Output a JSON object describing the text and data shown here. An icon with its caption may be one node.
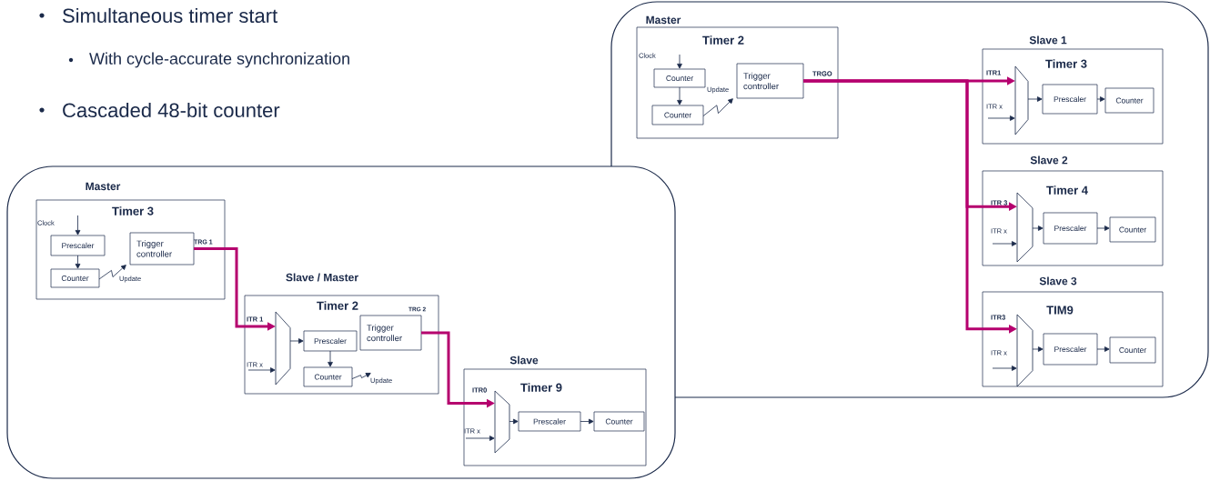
{
  "diagram": {
    "nodes": [
      {
        "text": [],
        "shape": "box"
      },
      {
        "text": [
          "Master",
          "Timer 2"
        ],
        "in": 0
      },
      {
        "text": [
          "Counter"
        ],
        "in": 1
      },
      {
        "text": [
          "Counter"
        ],
        "in": 1
      },
      {
        "text": [
          "Trigger controller"
        ],
        "in": 1
      },
      {
        "text": [
          "Slave 1",
          "Timer 3"
        ],
        "in": 0
      },
      {
        "text": [],
        "shape": "trapezoid",
        "in": 5,
        "beside": [
          "ITR1"
        ]
      },
      {
        "text": [
          "Prescaler"
        ],
        "in": 5
      },
      {
        "text": [
          "Counter"
        ],
        "in": 5
      },
      {
        "text": [
          "Slave 2",
          "Timer 4"
        ],
        "in": 0
      },
      {
        "text": [],
        "shape": "trapezoid",
        "in": 9,
        "beside": [
          "ITR 3"
        ]
      },
      {
        "text": [
          "Prescaler"
        ],
        "in": 9
      },
      {
        "text": [
          "Counter"
        ],
        "in": 9
      },
      {
        "text": [
          "Slave 3",
          "TIM9"
        ],
        "in": 0
      },
      {
        "text": [],
        "shape": "trapezoid",
        "in": 13,
        "beside": [
          "ITR3"
        ]
      },
      {
        "text": [
          "Prescaler"
        ],
        "in": 13
      },
      {
        "text": [
          "Counter"
        ],
        "in": 13
      },
      {
        "text": [],
        "shape": "box"
      },
      {
        "text": [
          "Master",
          "Timer 3"
        ],
        "in": 17
      },
      {
        "text": [
          "Prescaler"
        ],
        "in": 18
      },
      {
        "text": [
          "Counter"
        ],
        "in": 18
      },
      {
        "text": [
          "Trigger controller"
        ],
        "in": 18
      },
      {
        "text": [
          "Slave / Master",
          "Timer 2"
        ],
        "in": 17
      },
      {
        "text": [],
        "shape": "trapezoid",
        "in": 22,
        "beside": [
          "ITR 1"
        ]
      },
      {
        "text": [
          "Prescaler"
        ],
        "in": 22
      },
      {
        "text": [
          "Counter"
        ],
        "in": 22
      },
      {
        "text": [
          "Trigger controller"
        ],
        "in": 22
      },
      {
        "text": [
          "Slave",
          "Timer 9"
        ],
        "in": 17
      },
      {
        "text": [],
        "shape": "trapezoid",
        "in": 27,
        "beside": [
          "ITR0"
        ]
      },
      {
        "text": [
          "Prescaler"
        ],
        "in": 27
      },
      {
        "text": [
          "Counter"
        ],
        "in": 27
      },
      {
        "text": [
          "ITR x"
        ],
        "in": 5
      },
      {
        "text": [
          "ITR x"
        ],
        "in": 9
      },
      {
        "text": [
          "ITR x"
        ],
        "in": 13
      },
      {
        "text": [
          "ITR x"
        ],
        "in": 22
      },
      {
        "text": [
          "Update"
        ],
        "in": 22
      },
      {
        "text": [
          "ITR x"
        ],
        "in": 27
      }
    ],
    "edges": [
      {
        "from": null,
        "to": 2,
        "arrow": "to"
      },
      {
        "from": 2,
        "to": 3,
        "arrow": "to"
      },
      {
        "from": 3,
        "to": 4,
        "arrow": "to"
      },
      {
        "from": 4,
        "to": 6,
        "arrow": "to",
        "style": "thick",
        "color": "#b5006e"
      },
      {
        "from": 4,
        "to": 10,
        "arrow": "to",
        "style": "thick",
        "color": "#b5006e"
      },
      {
        "from": 4,
        "to": 14,
        "arrow": "to",
        "style": "thick",
        "color": "#b5006e"
      },
      {
        "from": 31,
        "to": 6,
        "arrow": "to"
      },
      {
        "from": 6,
        "to": 7,
        "arrow": "to"
      },
      {
        "from": 7,
        "to": 8,
        "arrow": "to"
      },
      {
        "from": 32,
        "to": 10,
        "arrow": "to"
      },
      {
        "from": 10,
        "to": 11,
        "arrow": "to"
      },
      {
        "from": 11,
        "to": 12,
        "arrow": "to"
      },
      {
        "from": 33,
        "to": 14,
        "arrow": "to"
      },
      {
        "from": 14,
        "to": 15,
        "arrow": "to"
      },
      {
        "from": 15,
        "to": 16,
        "arrow": "to"
      },
      {
        "from": null,
        "to": 19,
        "arrow": "to"
      },
      {
        "from": 19,
        "to": 20,
        "arrow": "to"
      },
      {
        "from": 20,
        "to": 21,
        "arrow": "to"
      },
      {
        "from": 21,
        "to": 23,
        "arrow": "to",
        "style": "thick",
        "color": "#b5006e"
      },
      {
        "from": 34,
        "to": 23,
        "arrow": "to"
      },
      {
        "from": 23,
        "to": 24,
        "arrow": "to"
      },
      {
        "from": 24,
        "to": 25,
        "arrow": "to"
      },
      {
        "from": 25,
        "to": 35,
        "arrow": "to"
      },
      {
        "from": 26,
        "to": 28,
        "arrow": "to",
        "style": "thick",
        "color": "#b5006e"
      },
      {
        "from": 36,
        "to": 28,
        "arrow": "to"
      },
      {
        "from": 28,
        "to": 29,
        "arrow": "to"
      },
      {
        "from": 29,
        "to": 30,
        "arrow": "to"
      }
    ],
    "labels": [
      "Simultaneous timer start",
      "With cycle-accurate synchronization",
      "Cascaded 48-bit counter",
      "Clock",
      "Update",
      "TRGO",
      "Clock",
      "Update",
      "TRG 1",
      "TRG 2"
    ]
  }
}
